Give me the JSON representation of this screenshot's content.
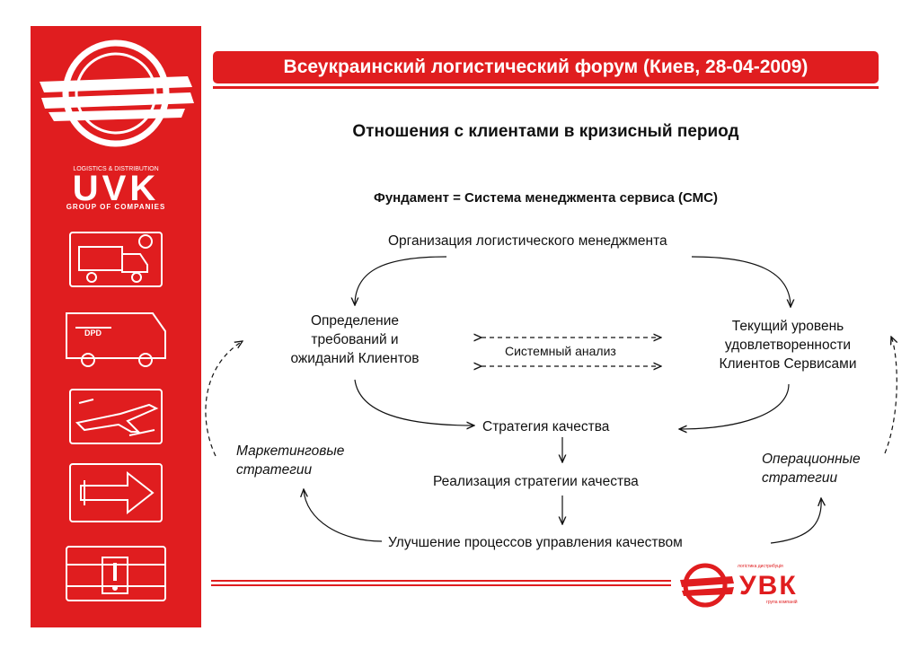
{
  "header": {
    "title": "Всеукраинский логистический форум (Киев, 28-04-2009)"
  },
  "page_title": "Отношения с клиентами в кризисный период",
  "subtitle": "Фундамент = Система менеджмента сервиса (СМС)",
  "diagram": {
    "top": "Организация логистического менеджмента",
    "left": [
      "Определение",
      "требований и",
      "ожиданий Клиентов"
    ],
    "right": [
      "Текущий уровень",
      "удовлетворенности",
      "Клиентов Сервисами"
    ],
    "center": "Системный анализ",
    "strategy": "Стратегия качества",
    "realization": "Реализация стратегии качества",
    "improvement": "Улучшение процессов управления качеством",
    "marketing": [
      "Маркетинговые",
      "стратегии"
    ],
    "operational": [
      "Операционные",
      "стратегии"
    ]
  },
  "branding": {
    "sidebar_tagline_top": "LOGISTICS & DISTRIBUTION",
    "sidebar_name": "UVK",
    "sidebar_tagline_bottom": "GROUP OF COMPANIES",
    "van_label": "DPD",
    "footer_name": "УВК",
    "footer_tagline_top": "логістика дистрибуція",
    "footer_tagline_bottom": "група компаній"
  },
  "colors": {
    "brand_red": "#e01d1f",
    "text": "#111111"
  }
}
